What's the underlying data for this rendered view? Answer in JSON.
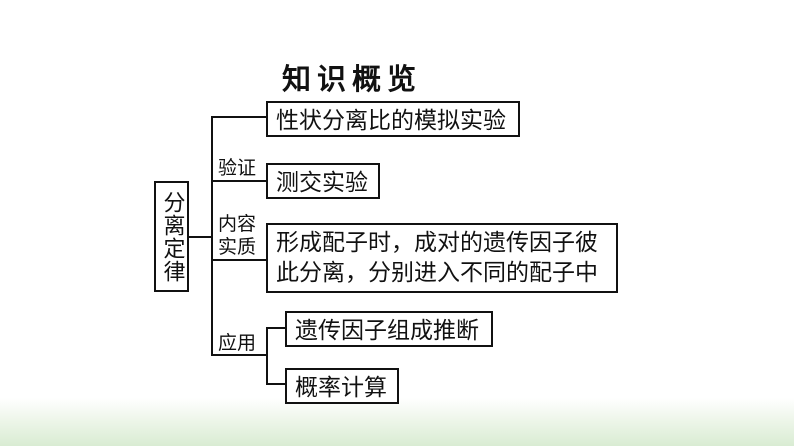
{
  "title": "知识概览",
  "root": "分离定律",
  "labels": {
    "verify": "验证",
    "essence_line1": "内容",
    "essence_line2": "实质",
    "application": "应用"
  },
  "nodes": {
    "simulation": "性状分离比的模拟实验",
    "testcross": "测交实验",
    "essence_line1": "形成配子时，成对的遗传因子彼",
    "essence_line2": "此分离，分别进入不同的配子中",
    "genotype": "遗传因子组成推断",
    "probability": "概率计算"
  }
}
